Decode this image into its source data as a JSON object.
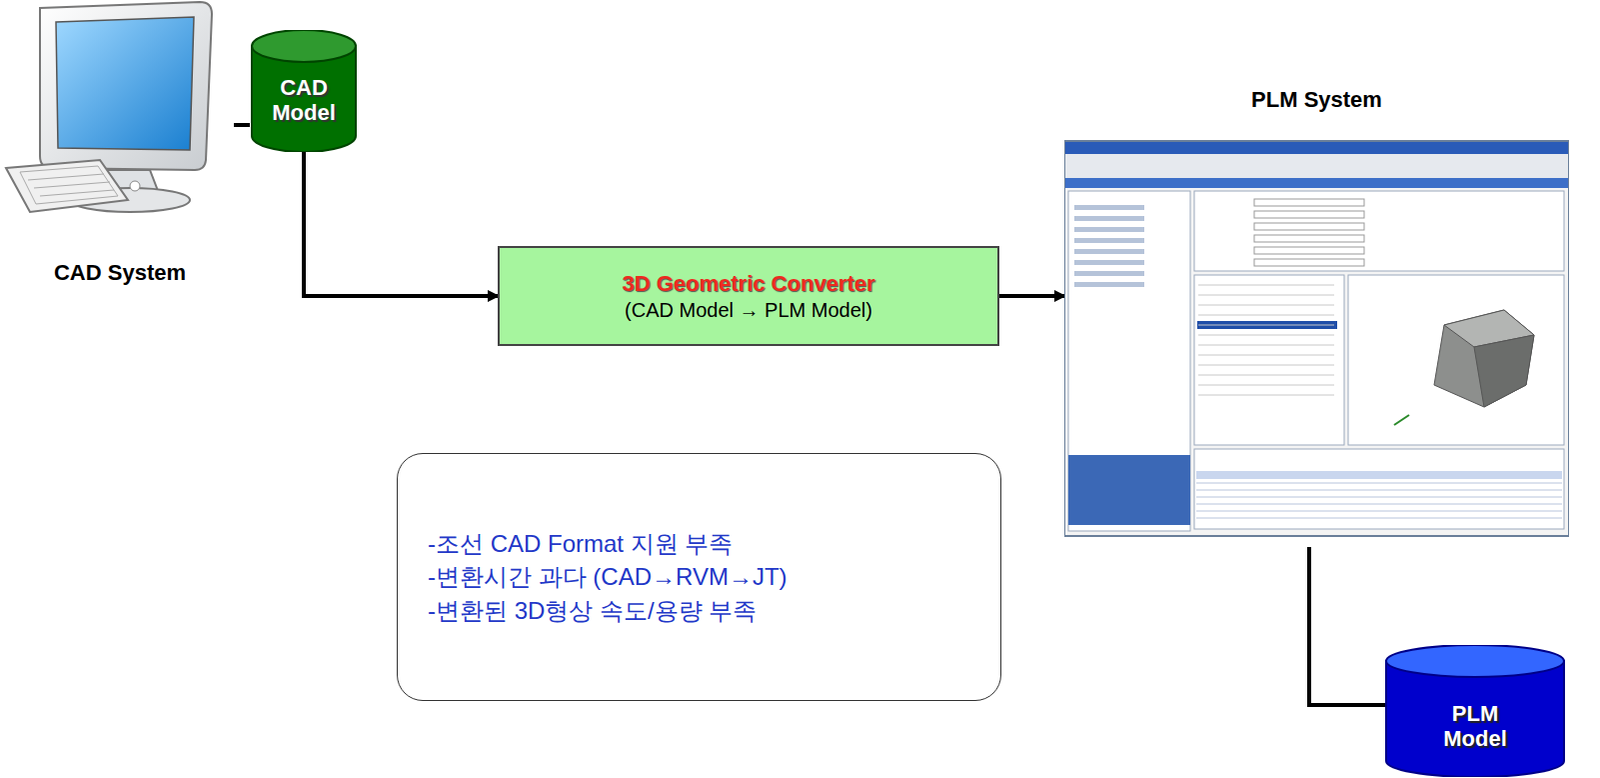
{
  "diagram": {
    "nodes": [
      {
        "text": [
          "CAD System"
        ]
      },
      {
        "text": [
          "CAD Model"
        ]
      },
      {
        "text": [
          "3D Geometric Converter",
          "(CAD Model → PLM Model)"
        ]
      },
      {
        "text": [
          "PLM System"
        ]
      },
      {
        "text": [
          "-조선 CAD Format 지원 부족",
          "-변환시간 과다 (CAD→RVM→JT)",
          "-변환된 3D형상 속도/용량 부족"
        ]
      },
      {
        "text": [
          "PLM Model"
        ]
      }
    ],
    "edges": [
      {
        "from": 0,
        "to": 1,
        "arrow": "none"
      },
      {
        "from": 1,
        "to": 2,
        "arrow": "to"
      },
      {
        "from": 2,
        "to": 3,
        "arrow": "to"
      },
      {
        "from": 3,
        "to": 5,
        "arrow": "none"
      }
    ]
  }
}
